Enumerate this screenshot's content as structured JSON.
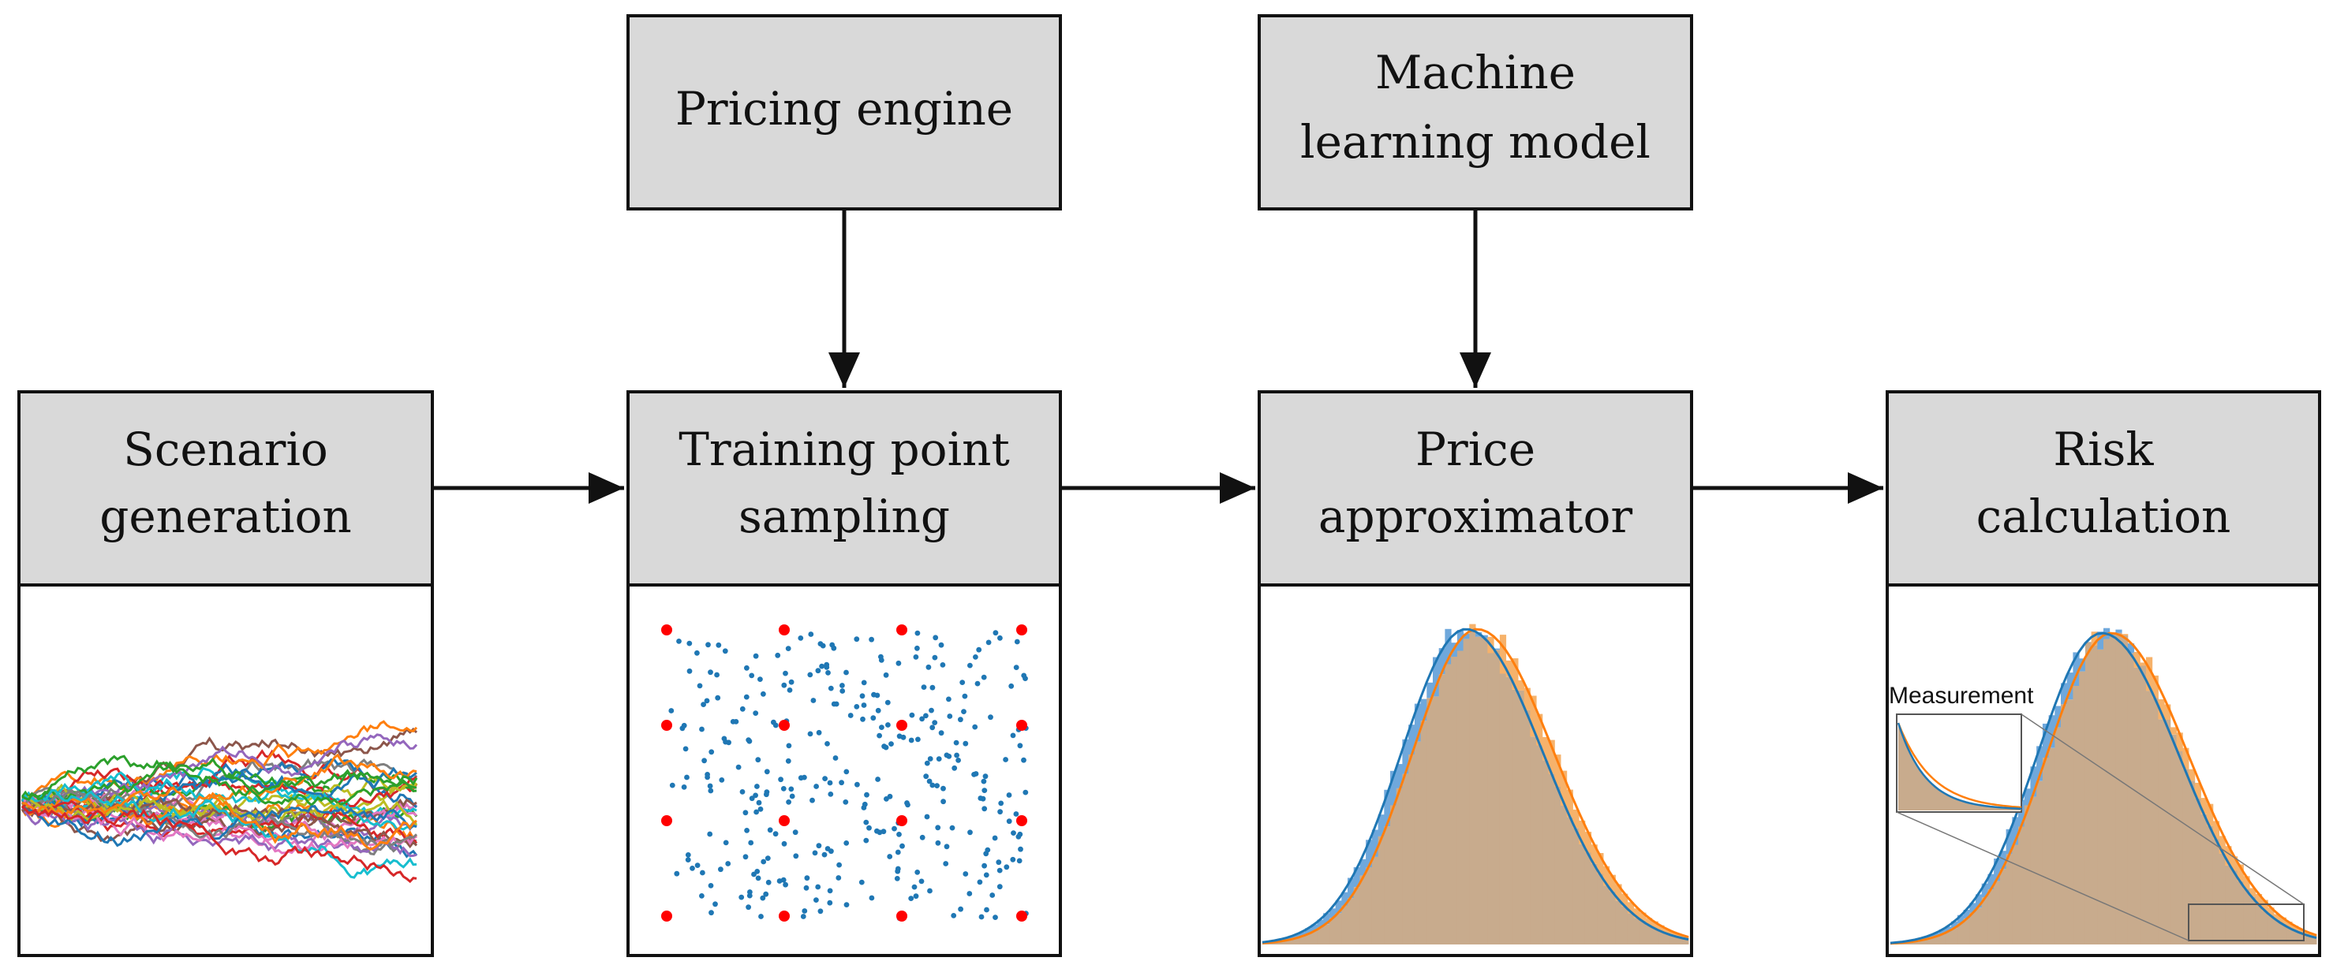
{
  "colors": {
    "box_fill": "#d9d9d9",
    "stroke": "#111111",
    "blue": "#1f77b4",
    "orange": "#ff7f0e",
    "red": "#ff0000",
    "hist_blue": "#6fa8dc",
    "hist_orange": "#f6b26b",
    "hist_overlap": "#c8ab8d"
  },
  "boxes": {
    "pricing_engine": {
      "lines": [
        "Pricing engine"
      ]
    },
    "ml_model": {
      "lines": [
        "Machine",
        "learning model"
      ]
    },
    "scenario_generation": {
      "lines": [
        "Scenario",
        "generation"
      ]
    },
    "training_point_sampling": {
      "lines": [
        "Training point",
        "sampling"
      ]
    },
    "price_approximator": {
      "lines": [
        "Price",
        "approximator"
      ]
    },
    "risk_calculation": {
      "lines": [
        "Risk",
        "calculation"
      ]
    }
  },
  "inset": {
    "label": "Measurement"
  },
  "path_palette": [
    "#1f77b4",
    "#ff7f0e",
    "#2ca02c",
    "#d62728",
    "#9467bd",
    "#8c564b",
    "#e377c2",
    "#7f7f7f",
    "#bcbd22",
    "#17becf"
  ]
}
